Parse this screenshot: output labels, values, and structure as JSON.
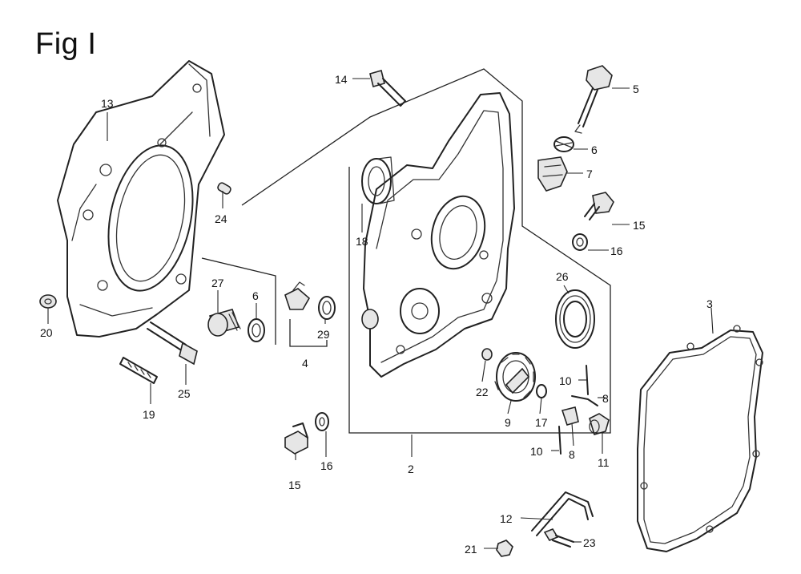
{
  "figure": {
    "title": "Fig I"
  },
  "callouts": [
    {
      "id": "c13",
      "text": "13"
    },
    {
      "id": "c24",
      "text": "24"
    },
    {
      "id": "c20",
      "text": "20"
    },
    {
      "id": "c19",
      "text": "19"
    },
    {
      "id": "c25",
      "text": "25"
    },
    {
      "id": "c27",
      "text": "27"
    },
    {
      "id": "c6a",
      "text": "6"
    },
    {
      "id": "c29",
      "text": "29"
    },
    {
      "id": "c4",
      "text": "4"
    },
    {
      "id": "c15a",
      "text": "15"
    },
    {
      "id": "c16a",
      "text": "16"
    },
    {
      "id": "c14",
      "text": "14"
    },
    {
      "id": "c18",
      "text": "18"
    },
    {
      "id": "c2",
      "text": "2"
    },
    {
      "id": "c5",
      "text": "5"
    },
    {
      "id": "c6b",
      "text": "6"
    },
    {
      "id": "c7",
      "text": "7"
    },
    {
      "id": "c15b",
      "text": "15"
    },
    {
      "id": "c16b",
      "text": "16"
    },
    {
      "id": "c26",
      "text": "26"
    },
    {
      "id": "c22",
      "text": "22"
    },
    {
      "id": "c9",
      "text": "9"
    },
    {
      "id": "c17",
      "text": "17"
    },
    {
      "id": "c10a",
      "text": "10"
    },
    {
      "id": "c8a",
      "text": "8"
    },
    {
      "id": "c10b",
      "text": "10"
    },
    {
      "id": "c8b",
      "text": "8"
    },
    {
      "id": "c11",
      "text": "11"
    },
    {
      "id": "c3",
      "text": "3"
    },
    {
      "id": "c12",
      "text": "12"
    },
    {
      "id": "c21",
      "text": "21"
    },
    {
      "id": "c23",
      "text": "23"
    }
  ]
}
